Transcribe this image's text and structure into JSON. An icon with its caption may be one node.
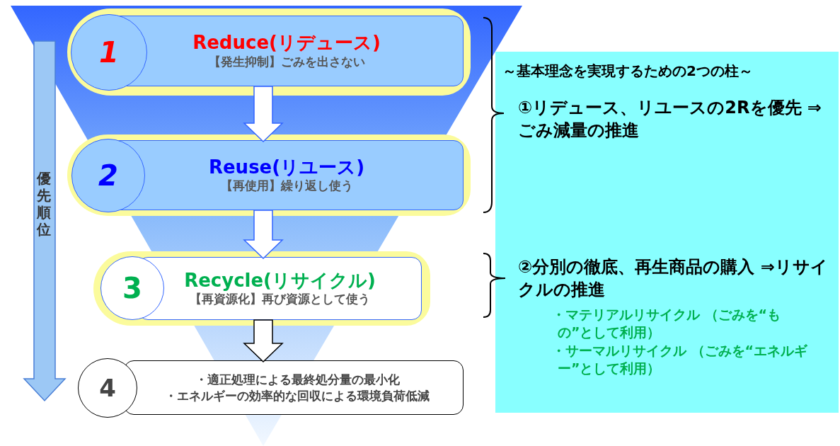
{
  "diagram": {
    "nodes": [
      {
        "text": [
          "1",
          "Reduce(リデュース)",
          "【発生抑制】ごみを出さない"
        ]
      },
      {
        "text": [
          "2",
          "Reuse(リユース)",
          "【再使用】繰り返し使う"
        ]
      },
      {
        "text": [
          "3",
          "Recycle(リサイクル)",
          "【再資源化】再び資源として使う"
        ]
      },
      {
        "text": [
          "4",
          "・適正処理による最終処分量の最小化",
          "・エネルギーの効率的な回収による環境負荷低減"
        ]
      },
      {
        "text": [
          "～基本理念を実現するための2つの柱～",
          "①リデュース、リユースの2Rを優先 ⇒ごみ減量の推進",
          "②分別の徹底、再生商品の購入 ⇒リサイクルの推進",
          "・マテリアルリサイクル （ごみを“もの”として利用）",
          "・サーマルリサイクル （ごみを“エネルギー”として利用）"
        ]
      }
    ],
    "edges": [
      {
        "from": 0,
        "to": 1,
        "arrow": "to"
      },
      {
        "from": 1,
        "to": 2,
        "arrow": "to"
      },
      {
        "from": 2,
        "to": 3,
        "arrow": "to",
        "color": "#000000"
      }
    ],
    "labels": [
      "優先順位"
    ]
  }
}
